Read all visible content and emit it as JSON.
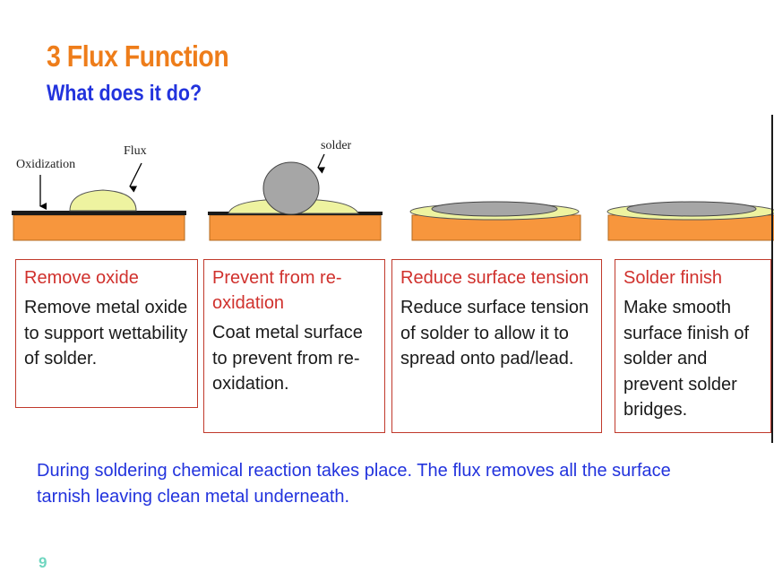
{
  "slide": {
    "title": "3 Flux Function",
    "subtitle": "What does it do?",
    "page_number": "9",
    "summary": "During soldering chemical reaction takes place. The flux removes all the surface tarnish leaving clean metal underneath."
  },
  "diagram_labels": {
    "oxidization": "Oxidization",
    "flux": "Flux",
    "solder": "solder"
  },
  "steps": [
    {
      "title": "Remove oxide",
      "text": "Remove metal oxide to support wettability of solder."
    },
    {
      "title": "Prevent from re-oxidation",
      "text": "Coat metal surface to prevent from re-oxidation."
    },
    {
      "title": "Reduce surface tension",
      "text": "Reduce surface tension of solder to allow it to spread onto pad/lead."
    },
    {
      "title": "Solder finish",
      "text": "Make smooth surface finish of solder and prevent solder bridges."
    }
  ],
  "colors": {
    "title": "#ee7d1a",
    "subtitle": "#2233dd",
    "pad": "#f7963d",
    "flux": "#eef3a0",
    "solder": "#a6a6a6",
    "box_border": "#c0392b",
    "box_title": "#d0312d"
  }
}
